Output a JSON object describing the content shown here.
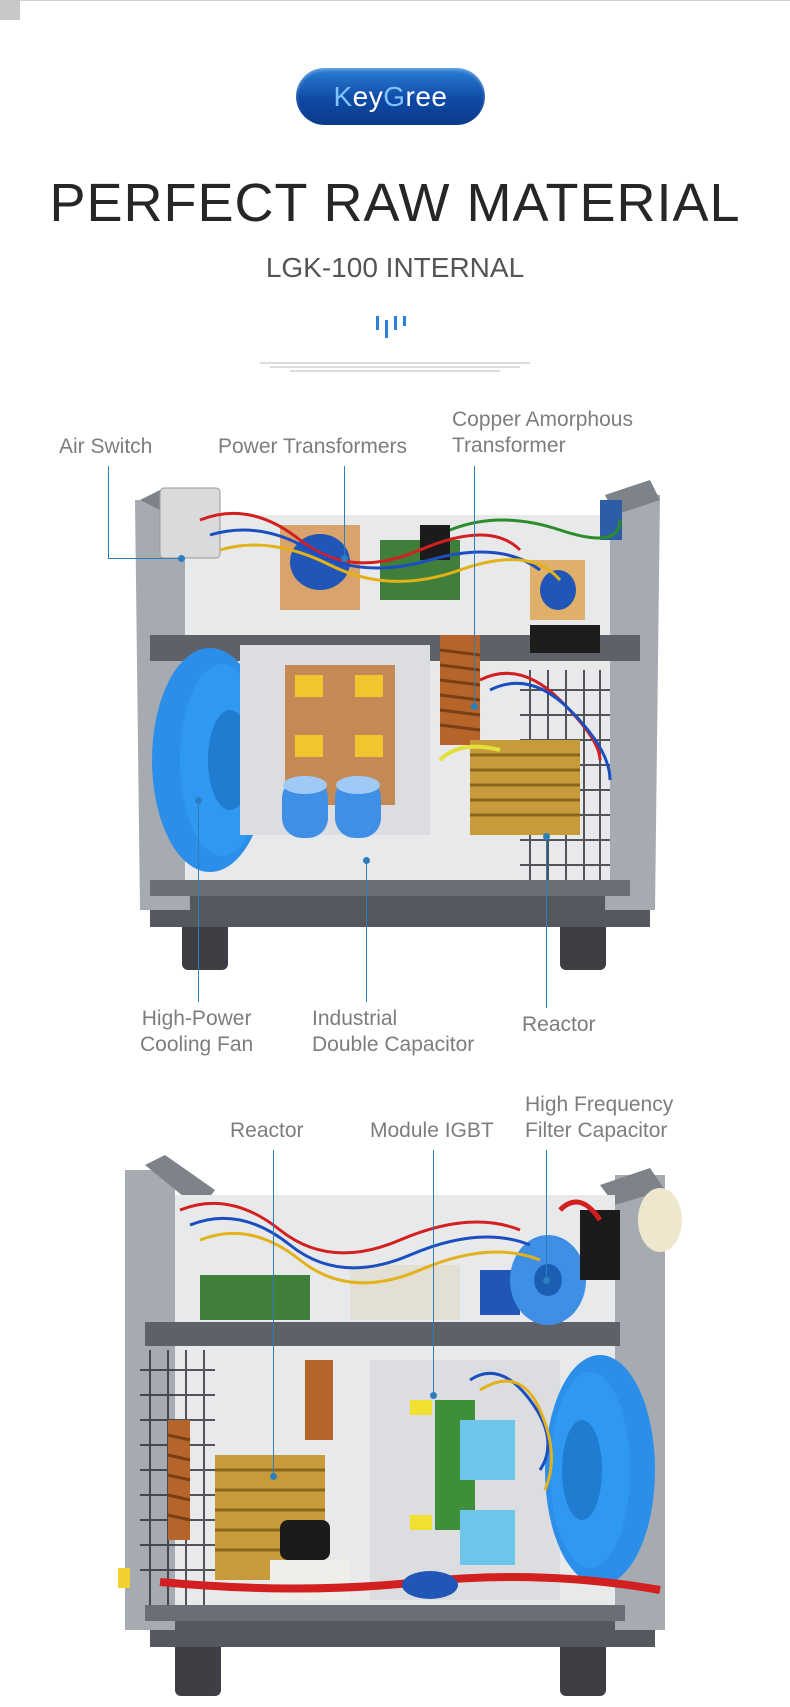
{
  "brand": {
    "prefix": "K",
    "rest_a": "ey",
    "mid": "G",
    "rest_b": "ree"
  },
  "header": {
    "title": "PERFECT RAW MATERIAL",
    "subtitle": "LGK-100 INTERNAL"
  },
  "colors": {
    "accent_blue": "#2b7fbf",
    "logo_blue": "#0f4aa6",
    "title_text": "#262626",
    "label_text": "#7d7d7d",
    "fan_blue": "#2b8ee8",
    "panel_gray": "#9aa0a6",
    "frame_dark": "#4a4d52"
  },
  "figure1": {
    "labels": {
      "air_switch": "Air Switch",
      "power_transformers": "Power Transformers",
      "copper_transformer": "Copper Amorphous\nTransformer",
      "cooling_fan": "High-Power\nCooling Fan",
      "double_capacitor": "Industrial\nDouble Capacitor",
      "reactor": "Reactor"
    }
  },
  "figure2": {
    "labels": {
      "reactor": "Reactor",
      "module_igbt": "Module IGBT",
      "filter_capacitor": "High Frequency\nFilter Capacitor"
    }
  }
}
